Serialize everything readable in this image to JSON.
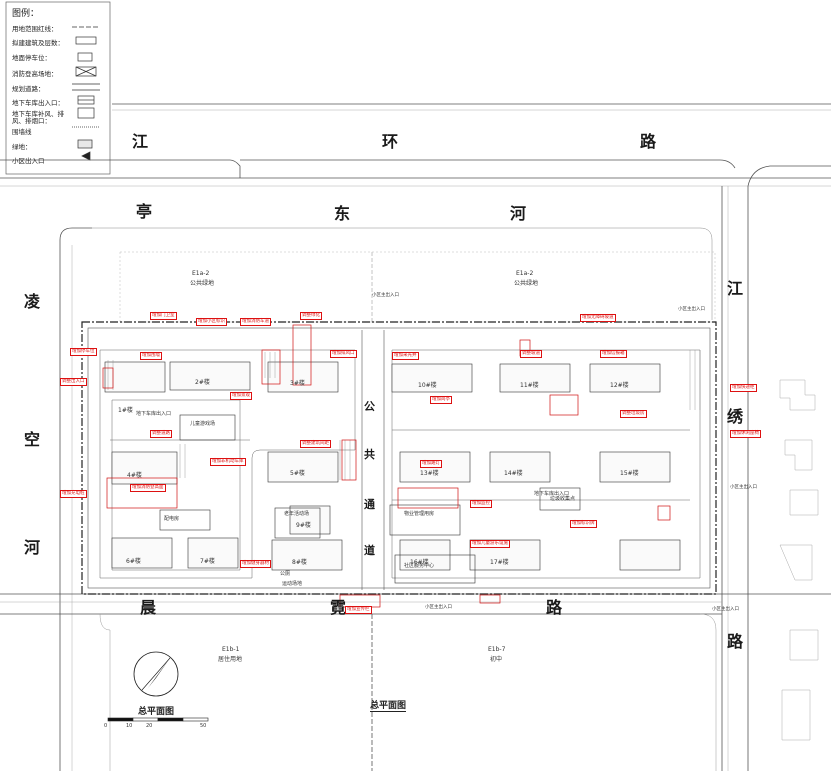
{
  "legend": {
    "title": "图例：",
    "items": [
      "用地范围红线：",
      "拟建建筑及层数：",
      "地面停车位：",
      "消防登高场地：",
      "规划道路：",
      "地下车库出入口：",
      "地下车库补风、排风、排烟口：",
      "围墙线",
      "绿地：",
      "小区出入口"
    ]
  },
  "roads": {
    "north": [
      "江",
      "环",
      "路"
    ],
    "inner_north": [
      "亭",
      "东",
      "河"
    ],
    "west": [
      "凌",
      "空",
      "河"
    ],
    "east_upper": "江",
    "east_mid": "绣",
    "east_lower": "路",
    "south": [
      "晨",
      "霓",
      "路"
    ],
    "public_passage": [
      "公",
      "共",
      "通",
      "道"
    ]
  },
  "parcels": {
    "north_left": {
      "code": "E1a-2",
      "use": "公共绿地"
    },
    "north_right": {
      "code": "E1a-2",
      "use": "公共绿地"
    },
    "south_left": {
      "code": "E1b-1",
      "use": "居住用地"
    },
    "south_right": {
      "code": "E1b-7",
      "use": "初中"
    }
  },
  "captions": {
    "scale_title": "总平面图",
    "center_title": "总平面图",
    "scale_ticks": [
      "0",
      "10",
      "20",
      "50"
    ]
  },
  "site_labels": {
    "north_gate_left": "小区主出入口",
    "north_gate_right": "小区主出入口",
    "south_gate_left": "小区主出入口",
    "south_gate_right": "小区主出入口",
    "east_gate": "小区主出入口"
  },
  "buildings_west": [
    "1#楼",
    "2#楼",
    "3#楼",
    "4#楼",
    "5#楼",
    "6#楼",
    "7#楼",
    "8#楼",
    "9#楼"
  ],
  "buildings_east": [
    "10#楼",
    "11#楼",
    "12#楼",
    "13#楼",
    "14#楼",
    "15#楼",
    "16#楼",
    "17#楼"
  ],
  "facilities": [
    "地下车库出入口",
    "地下车库出入口",
    "儿童游戏场",
    "老年活动场",
    "社区服务中心",
    "物业管理用房",
    "垃圾收集点",
    "配电房",
    "公厕",
    "运动场地"
  ],
  "red_notes": [
    "增加门卫室",
    "增加小区标识",
    "增加消防车道",
    "调整绿化",
    "增加停车位",
    "调整出入口",
    "增加围墙",
    "增加景观",
    "调整道路",
    "增加非机动车库",
    "增加充电桩",
    "增加消防登高面",
    "调整建筑间距",
    "增加排风口",
    "增加采光井",
    "增加岗亭",
    "调整坡道",
    "增加无障碍坡道",
    "增加信报箱",
    "调整垃圾房",
    "增加快递柜",
    "增加休闲座椅",
    "增加路灯",
    "增加监控",
    "增加标识牌",
    "增加儿童游乐设施",
    "增加健身器材",
    "增加宣传栏"
  ],
  "colors": {
    "lines": "#333333",
    "red_line": "#d11111",
    "hatch": "#888888"
  }
}
